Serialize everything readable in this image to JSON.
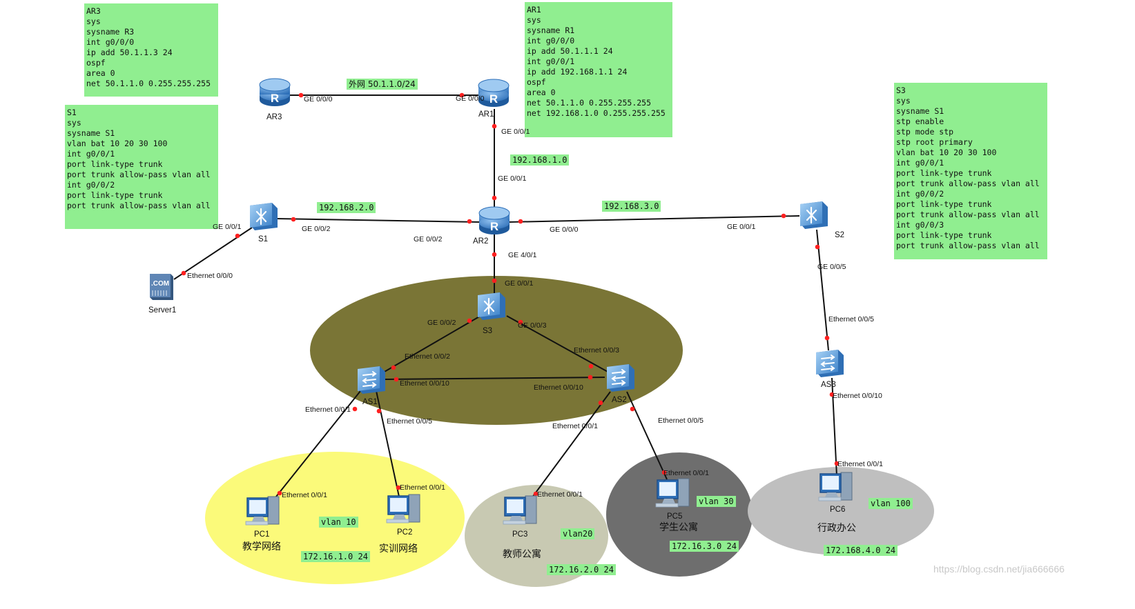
{
  "configs": {
    "ar3": [
      "AR3",
      "sys",
      "sysname R3",
      "int g0/0/0",
      "ip add 50.1.1.3 24",
      "ospf",
      "area 0",
      "net 50.1.1.0 0.255.255.255"
    ],
    "s1": [
      "S1",
      "sys",
      "sysname S1",
      "vlan bat 10 20 30 100",
      "int g0/0/1",
      "port link-type trunk",
      "port trunk allow-pass vlan all",
      "int g0/0/2",
      "port link-type trunk",
      "port trunk allow-pass vlan all"
    ],
    "ar1": [
      "AR1",
      "sys",
      "sysname R1",
      "int g0/0/0",
      "ip add 50.1.1.1 24",
      "int g0/0/1",
      "ip add 192.168.1.1 24",
      "ospf",
      "area 0",
      "net 50.1.1.0 0.255.255.255",
      "net 192.168.1.0 0.255.255.255"
    ],
    "s3": [
      "S3",
      "sys",
      "sysname S1",
      "stp enable",
      "stp mode stp",
      "stp root primary",
      "vlan bat 10 20 30 100",
      "int g0/0/1",
      "port link-type trunk",
      "port trunk allow-pass vlan all",
      "int g0/0/2",
      "port link-type trunk",
      "port trunk allow-pass vlan all",
      "int g0/0/3",
      "port link-type trunk",
      "port trunk allow-pass vlan all"
    ]
  },
  "devices": {
    "ar3": "AR3",
    "ar1": "AR1",
    "ar2": "AR2",
    "s1": "S1",
    "s2": "S2",
    "s3": "S3",
    "as1": "AS1",
    "as2": "AS2",
    "as3": "AS3",
    "server1": "Server1",
    "pc1": "PC1",
    "pc2": "PC2",
    "pc3": "PC3",
    "pc5": "PC5",
    "pc6": "PC6"
  },
  "server_icon_text": ".COM",
  "networks": {
    "wan": "外网 50.1.1.0/24",
    "net1": "192.168.1.0",
    "net2": "192.168.2.0",
    "net3": "192.168.3.0"
  },
  "ports": {
    "ar3_g000": "GE 0/0/0",
    "ar1_g000": "GE 0/0/0",
    "ar1_g001": "GE 0/0/1",
    "ar2_g001": "GE 0/0/1",
    "s1_g001": "GE 0/0/1",
    "s1_g002": "GE 0/0/2",
    "ar2_g002": "GE 0/0/2",
    "ar2_g000": "GE 0/0/0",
    "s2_g001": "GE 0/0/1",
    "ar2_g401": "GE 4/0/1",
    "s3_g001": "GE 0/0/1",
    "s3_g002": "GE 0/0/2",
    "s3_g003": "GE 0/0/3",
    "server_e000": "Ethernet 0/0/0",
    "s2_g005": "GE 0/0/5",
    "as3_e005": "Ethernet 0/0/5",
    "as1_e002": "Ethernet 0/0/2",
    "as2_e003": "Ethernet 0/0/3",
    "as1_e0010": "Ethernet 0/0/10",
    "as2_e0010": "Ethernet 0/0/10",
    "as3_e0010": "Ethernet 0/0/10",
    "as1_e001": "Ethernet 0/0/1",
    "as1_e005": "Ethernet 0/0/5",
    "as2_e001": "Ethernet 0/0/1",
    "as2_e005": "Ethernet 0/0/5",
    "pc1_e001": "Ethernet 0/0/1",
    "pc2_e001": "Ethernet 0/0/1",
    "pc3_e001": "Ethernet 0/0/1",
    "pc5_e001": "Ethernet 0/0/1",
    "pc6_e001": "Ethernet 0/0/1"
  },
  "zones": {
    "z1_vlan": "vlan 10",
    "z1_subnet": "172.16.1.0 24",
    "pc1_name": "教学网络",
    "pc2_name": "实训网络",
    "z2_vlan": "vlan20",
    "z2_subnet": "172.16.2.0 24",
    "z2_name": "教师公寓",
    "z3_vlan": "vlan 30",
    "z3_subnet": "172.16.3.0 24",
    "z3_name": "学生公寓",
    "z4_vlan": "vlan 100",
    "z4_subnet": "172.168.4.0 24",
    "z4_name": "行政办公"
  },
  "watermark": "https://blog.csdn.net/jia666666",
  "colors": {
    "config_bg": "#90ee90",
    "core_zone": "#7a7536",
    "zone_yellow": "#fbfa7a",
    "zone_beige": "#c8c9b2",
    "zone_dark": "#6e6e6e",
    "zone_light": "#bfbfbf",
    "port_dot": "#ff2020",
    "device_blue": "#3a7fc8"
  }
}
